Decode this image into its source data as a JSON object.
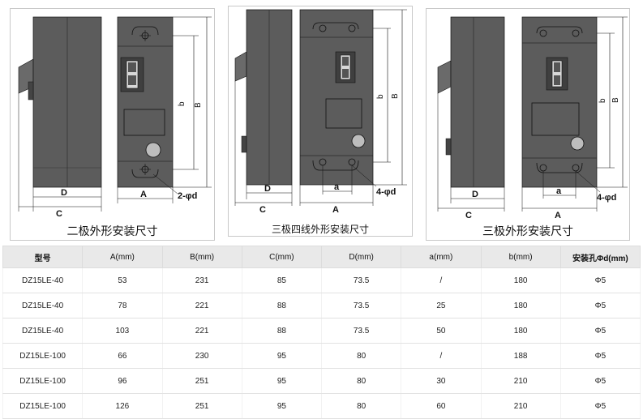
{
  "panels": [
    {
      "caption": "二极外形安装尺寸",
      "labels": {
        "D": "D",
        "C": "C",
        "A": "A",
        "b": "b",
        "B": "B",
        "hole": "2-φd"
      }
    },
    {
      "caption": "三极四线外形安装尺寸",
      "labels": {
        "D": "D",
        "C": "C",
        "A": "A",
        "a": "a",
        "b": "b",
        "B": "B",
        "hole": "4-φd"
      }
    },
    {
      "caption": "三极外形安装尺寸",
      "labels": {
        "D": "D",
        "C": "C",
        "A": "A",
        "a": "a",
        "b": "b",
        "B": "B",
        "hole": "4-φd"
      }
    }
  ],
  "table": {
    "headers": [
      "型号",
      "A(mm)",
      "B(mm)",
      "C(mm)",
      "D(mm)",
      "a(mm)",
      "b(mm)",
      "安装孔Φd(mm)"
    ],
    "rows": [
      [
        "DZ15LE-40",
        "53",
        "231",
        "85",
        "73.5",
        "/",
        "180",
        "Φ5"
      ],
      [
        "DZ15LE-40",
        "78",
        "221",
        "88",
        "73.5",
        "25",
        "180",
        "Φ5"
      ],
      [
        "DZ15LE-40",
        "103",
        "221",
        "88",
        "73.5",
        "50",
        "180",
        "Φ5"
      ],
      [
        "DZ15LE-100",
        "66",
        "230",
        "95",
        "80",
        "/",
        "188",
        "Φ5"
      ],
      [
        "DZ15LE-100",
        "96",
        "251",
        "95",
        "80",
        "30",
        "210",
        "Φ5"
      ],
      [
        "DZ15LE-100",
        "126",
        "251",
        "95",
        "80",
        "60",
        "210",
        "Φ5"
      ]
    ]
  },
  "colors": {
    "body": "#5c5c5c",
    "body_dark": "#4a4a4a",
    "line": "#111111",
    "header_bg": "#e9e9e9"
  }
}
